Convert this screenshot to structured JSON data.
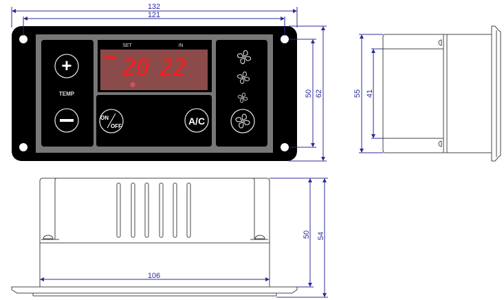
{
  "dimensions": {
    "front_width": "132",
    "hole_spacing_width": "121",
    "hole_spacing_height": "50",
    "front_height": "62",
    "side_height": "55",
    "side_inner_height": "41",
    "body_width": "106",
    "body_depth": "50",
    "total_depth": "54"
  },
  "panel": {
    "temp_label": "TEMP",
    "set_label": "SET",
    "in_label": "IN",
    "err_label": "ERR",
    "set_value": "20",
    "in_value": "22",
    "onoff_on": "ON",
    "onoff_off": "OFF",
    "ac_label": "A/C",
    "plus_symbol": "+",
    "minus_symbol": "−"
  },
  "colors": {
    "dimension": "#2b2b9a",
    "lcd_bg": "#8c4b4b",
    "lcd_digits": "#ff1a1a"
  }
}
